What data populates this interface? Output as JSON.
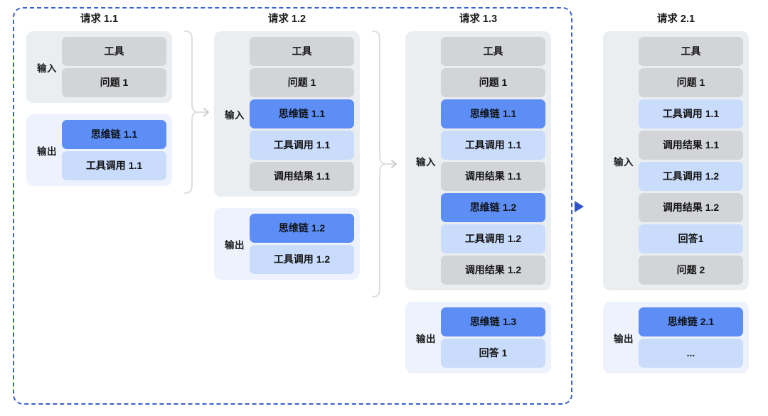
{
  "diagram": {
    "title_present": false,
    "colors": {
      "boundary": "#3a5fd0",
      "boundary_arrow": "#2f53c8",
      "input_panel": "#ebeef1",
      "output_panel": "#eef2fd",
      "chip_gray": "#d2d4d7",
      "chip_blue": "#5c8ef6",
      "chip_lightblue": "#c9dcfb",
      "brace": "#dcdee1"
    },
    "labels": {
      "input": "输入",
      "output": "输出"
    },
    "columns": [
      {
        "id": "request-1-1",
        "title": "请求 1.1",
        "groups": [
          {
            "kind": "input",
            "label": "输入",
            "items": [
              {
                "text": "工具",
                "style": "gray"
              },
              {
                "text": "问题 1",
                "style": "gray"
              }
            ]
          },
          {
            "kind": "output",
            "label": "输出",
            "items": [
              {
                "text": "思维链 1.1",
                "style": "blue"
              },
              {
                "text": "工具调用 1.1",
                "style": "lightblue"
              }
            ]
          }
        ]
      },
      {
        "id": "request-1-2",
        "title": "请求 1.2",
        "groups": [
          {
            "kind": "input",
            "label": "输入",
            "items": [
              {
                "text": "工具",
                "style": "gray"
              },
              {
                "text": "问题 1",
                "style": "gray"
              },
              {
                "text": "思维链 1.1",
                "style": "blue"
              },
              {
                "text": "工具调用 1.1",
                "style": "lightblue"
              },
              {
                "text": "调用结果 1.1",
                "style": "gray"
              }
            ]
          },
          {
            "kind": "output",
            "label": "输出",
            "items": [
              {
                "text": "思维链 1.2",
                "style": "blue"
              },
              {
                "text": "工具调用 1.2",
                "style": "lightblue"
              }
            ]
          }
        ]
      },
      {
        "id": "request-1-3",
        "title": "请求 1.3",
        "groups": [
          {
            "kind": "input",
            "label": "输入",
            "items": [
              {
                "text": "工具",
                "style": "gray"
              },
              {
                "text": "问题 1",
                "style": "gray"
              },
              {
                "text": "思维链 1.1",
                "style": "blue"
              },
              {
                "text": "工具调用 1.1",
                "style": "lightblue"
              },
              {
                "text": "调用结果 1.1",
                "style": "gray"
              },
              {
                "text": "思维链 1.2",
                "style": "blue"
              },
              {
                "text": "工具调用 1.2",
                "style": "lightblue"
              },
              {
                "text": "调用结果 1.2",
                "style": "gray"
              }
            ]
          },
          {
            "kind": "output",
            "label": "输出",
            "items": [
              {
                "text": "思维链 1.3",
                "style": "blue"
              },
              {
                "text": "回答 1",
                "style": "lightblue"
              }
            ]
          }
        ]
      },
      {
        "id": "request-2-1",
        "title": "请求 2.1",
        "groups": [
          {
            "kind": "input",
            "label": "输入",
            "items": [
              {
                "text": "工具",
                "style": "gray"
              },
              {
                "text": "问题 1",
                "style": "gray"
              },
              {
                "text": "工具调用 1.1",
                "style": "lightblue"
              },
              {
                "text": "调用结果 1.1",
                "style": "gray"
              },
              {
                "text": "工具调用 1.2",
                "style": "lightblue"
              },
              {
                "text": "调用结果 1.2",
                "style": "gray"
              },
              {
                "text": "回答1",
                "style": "lightblue"
              },
              {
                "text": "问题 2",
                "style": "gray"
              }
            ]
          },
          {
            "kind": "output",
            "label": "输出",
            "items": [
              {
                "text": "思维链 2.1",
                "style": "blue"
              },
              {
                "text": "...",
                "style": "lightblue"
              }
            ]
          }
        ]
      }
    ],
    "connectors": [
      {
        "id": "brace-1-to-2",
        "from": "request-1-1",
        "to": "request-1-2",
        "kind": "brace-arrow"
      },
      {
        "id": "brace-2-to-3",
        "from": "request-1-2",
        "to": "request-1-3",
        "kind": "brace-arrow"
      },
      {
        "id": "session-arrow",
        "from": "request-1-3",
        "to": "request-2-1",
        "kind": "dashed-boundary-arrow"
      }
    ]
  }
}
